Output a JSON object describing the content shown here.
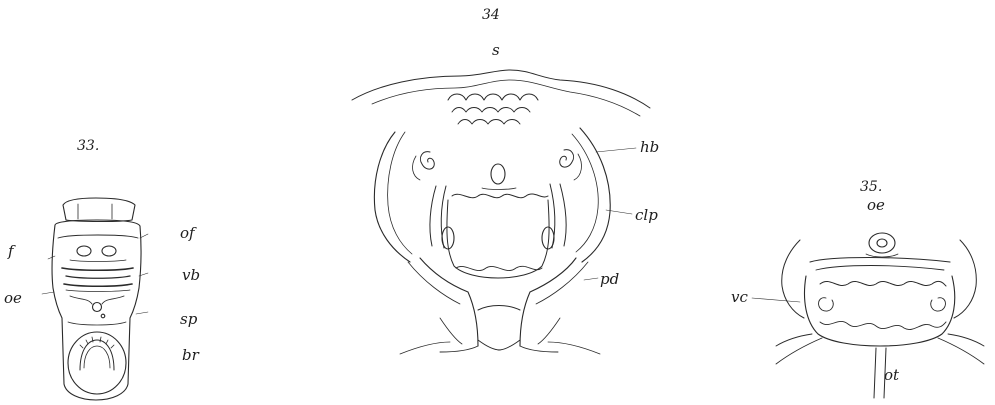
{
  "plate": {
    "figures": [
      {
        "number": "33.",
        "labels": {
          "f": "f",
          "oe": "oe",
          "of": "of",
          "vb": "vb",
          "sp": "sp",
          "br": "br"
        }
      },
      {
        "number": "34",
        "labels": {
          "s": "s",
          "hb": "hb",
          "clp": "clp",
          "pd": "pd"
        }
      },
      {
        "number": "35.",
        "labels": {
          "oe": "oe",
          "vc": "vc",
          "ot": "ot"
        }
      }
    ]
  }
}
